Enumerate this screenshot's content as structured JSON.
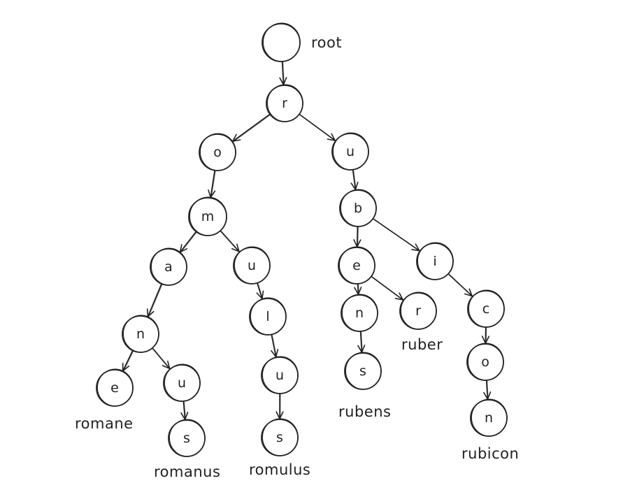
{
  "diagram": {
    "root_label": "root",
    "nodes": [
      {
        "id": "root",
        "char": ""
      },
      {
        "id": "r",
        "char": "r"
      },
      {
        "id": "o",
        "char": "o"
      },
      {
        "id": "u1",
        "char": "u"
      },
      {
        "id": "m",
        "char": "m"
      },
      {
        "id": "b",
        "char": "b"
      },
      {
        "id": "a",
        "char": "a"
      },
      {
        "id": "u2",
        "char": "u"
      },
      {
        "id": "e1",
        "char": "e"
      },
      {
        "id": "i",
        "char": "i"
      },
      {
        "id": "n1",
        "char": "n"
      },
      {
        "id": "l",
        "char": "l"
      },
      {
        "id": "n2",
        "char": "n"
      },
      {
        "id": "r2",
        "char": "r"
      },
      {
        "id": "c",
        "char": "c"
      },
      {
        "id": "e2",
        "char": "e"
      },
      {
        "id": "u3",
        "char": "u"
      },
      {
        "id": "u4",
        "char": "u"
      },
      {
        "id": "s1",
        "char": "s"
      },
      {
        "id": "o2",
        "char": "o"
      },
      {
        "id": "s2",
        "char": "s"
      },
      {
        "id": "s3",
        "char": "s"
      },
      {
        "id": "n3",
        "char": "n"
      }
    ],
    "edges": [
      [
        "root",
        "r"
      ],
      [
        "r",
        "o"
      ],
      [
        "r",
        "u1"
      ],
      [
        "o",
        "m"
      ],
      [
        "u1",
        "b"
      ],
      [
        "m",
        "a"
      ],
      [
        "m",
        "u2"
      ],
      [
        "b",
        "e1"
      ],
      [
        "b",
        "i"
      ],
      [
        "a",
        "n1"
      ],
      [
        "u2",
        "l"
      ],
      [
        "e1",
        "n2"
      ],
      [
        "e1",
        "r2"
      ],
      [
        "i",
        "c"
      ],
      [
        "n1",
        "e2"
      ],
      [
        "n1",
        "u3"
      ],
      [
        "l",
        "u4"
      ],
      [
        "n2",
        "s1"
      ],
      [
        "c",
        "o2"
      ],
      [
        "u3",
        "s2"
      ],
      [
        "u4",
        "s3"
      ],
      [
        "o2",
        "n3"
      ]
    ],
    "words": [
      {
        "node": "e2",
        "text": "romane"
      },
      {
        "node": "s2",
        "text": "romanus"
      },
      {
        "node": "s3",
        "text": "romulus"
      },
      {
        "node": "s1",
        "text": "rubens"
      },
      {
        "node": "r2",
        "text": "ruber"
      },
      {
        "node": "n3",
        "text": "rubicon"
      }
    ]
  }
}
